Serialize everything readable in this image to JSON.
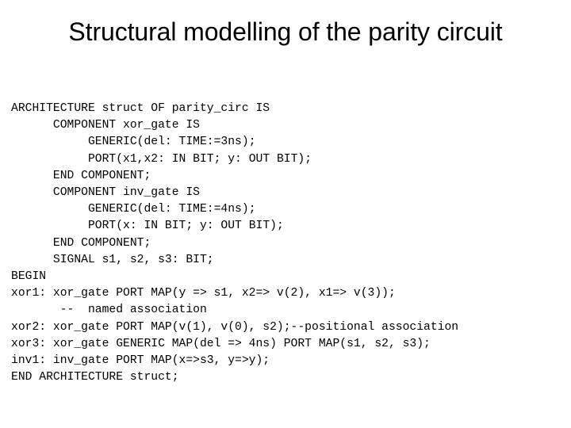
{
  "slide": {
    "title": "Structural modelling of the parity circuit",
    "title_line_1": "Structural modelling of the parity",
    "title_line_2": "circuit",
    "background_color": "#ffffff",
    "text_color": "#000000"
  },
  "code": {
    "language": "VHDL",
    "lines": [
      "ARCHITECTURE struct OF parity_circ IS",
      "      COMPONENT xor_gate IS",
      "           GENERIC(del: TIME:=3ns);",
      "           PORT(x1,x2: IN BIT; y: OUT BIT);",
      "      END COMPONENT;",
      "      COMPONENT inv_gate IS",
      "           GENERIC(del: TIME:=4ns);",
      "           PORT(x: IN BIT; y: OUT BIT);",
      "      END COMPONENT;",
      "      SIGNAL s1, s2, s3: BIT;",
      "BEGIN",
      "xor1: xor_gate PORT MAP(y => s1, x2=> v(2), x1=> v(3));",
      "       --  named association",
      "xor2: xor_gate PORT MAP(v(1), v(0), s2);--positional association",
      "xor3: xor_gate GENERIC MAP(del => 4ns) PORT MAP(s1, s2, s3);",
      "inv1: inv_gate PORT MAP(x=>s3, y=>y);",
      "END ARCHITECTURE struct;"
    ]
  }
}
